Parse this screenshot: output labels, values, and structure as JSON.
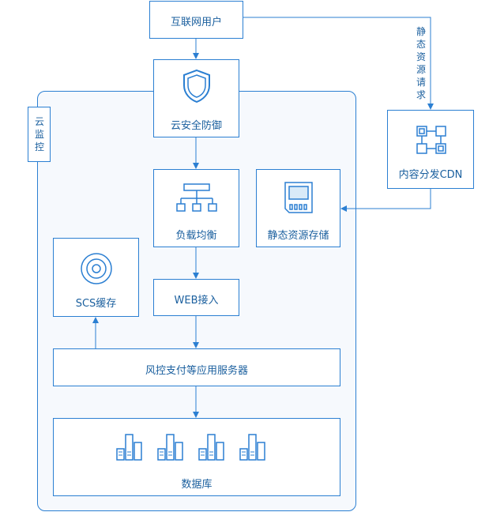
{
  "nodes": {
    "internet_users": "互联网用户",
    "security": "云安全防御",
    "cdn": "内容分发CDN",
    "load_balance": "负载均衡",
    "static_storage": "静态资源存储",
    "scs_cache": "SCS缓存",
    "web_access": "WEB接入",
    "app_servers": "风控支付等应用服务器",
    "database": "数据库"
  },
  "side_labels": {
    "cloud_monitor": [
      "云",
      "监",
      "控"
    ],
    "static_request": [
      "静",
      "态",
      "资",
      "源",
      "请",
      "求"
    ]
  },
  "icons": {
    "security": "shield-icon",
    "cdn": "network-nodes-icon",
    "load_balance": "hierarchy-icon",
    "static_storage": "storage-card-icon",
    "scs_cache": "disk-icon",
    "database": "bar-columns-icon"
  },
  "colors": {
    "line": "#2b7fd2",
    "text": "#1a5f9e",
    "panel": "#f6f9fd"
  }
}
